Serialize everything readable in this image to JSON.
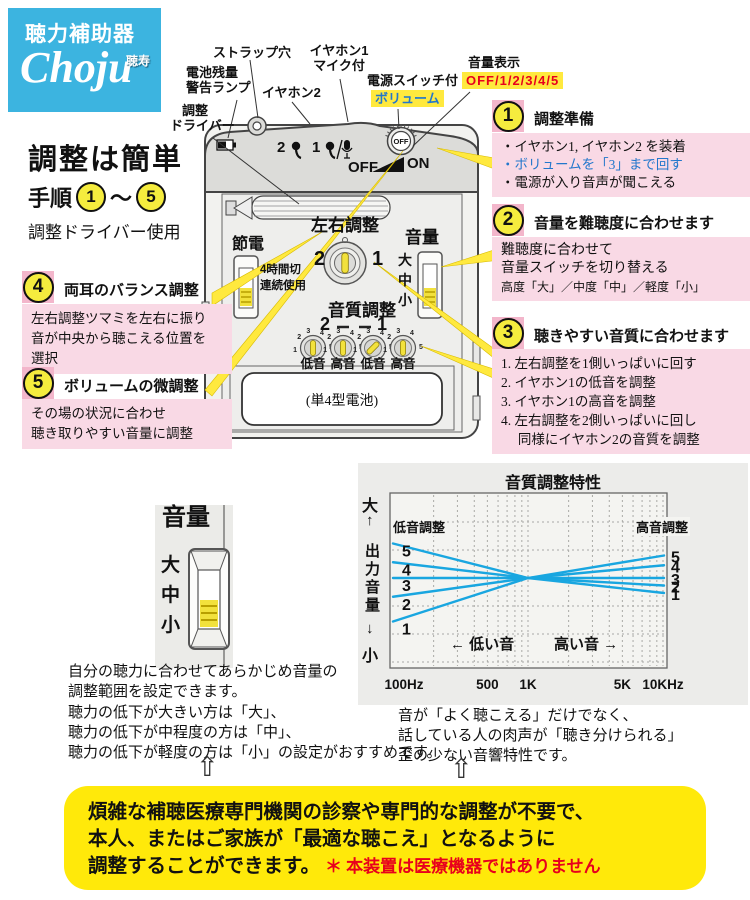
{
  "logo": {
    "product_type": "聴力補助器",
    "brand": "Choju",
    "brand_kanji": "聴寿"
  },
  "intro": {
    "title": "調整は簡単",
    "step_word": "手順",
    "from": "1",
    "tilde": "～",
    "to": "5",
    "subtitle": "調整ドライバー使用"
  },
  "device_labels": {
    "strap_hole": "ストラップ穴",
    "earphone1_l1": "イヤホン1",
    "earphone1_l2": "マイク付",
    "battery_warn_l1": "電池残量",
    "battery_warn_l2": "警告ランプ",
    "earphone2": "イヤホン2",
    "power_switch": "電源スイッチ付",
    "volume_knob": "ボリューム",
    "volume_display": "音量表示",
    "volume_levels": "OFF/1/2/3/4/5",
    "screwdriver_l1": "調整",
    "screwdriver_l2": "ドライバー"
  },
  "device": {
    "power_save": "節電",
    "timer_l1": "4時間切",
    "timer_l2": "連続使用",
    "balance": "左右調整",
    "balance_left": "2",
    "balance_right": "1",
    "volume": "音量",
    "vol_large": "大",
    "vol_mid": "中",
    "vol_small": "小",
    "tone": "音質調整",
    "tone_left": "2",
    "tone_right": "1",
    "knob_labels": [
      "低音",
      "高音",
      "低音",
      "高音"
    ],
    "knob_scale": [
      "1",
      "2",
      "3",
      "4",
      "5"
    ],
    "battery": "(単4型電池)",
    "jack2": "2",
    "jack1": "1",
    "dial_off": "OFF",
    "off": "OFF",
    "on": "ON"
  },
  "steps": [
    {
      "num": "1",
      "title": "調整準備",
      "lines": [
        "・イヤホン1, イヤホン2 を装着",
        "・ボリュームを「3」まで回す",
        "・電源が入り音声が聞こえる"
      ]
    },
    {
      "num": "2",
      "title": "音量を難聴度に合わせます",
      "lines": [
        "難聴度に合わせて",
        "音量スイッチを切り替える",
        "高度「大」／中度「中」／軽度「小」"
      ]
    },
    {
      "num": "3",
      "title": "聴きやすい音質に合わせます",
      "lines": [
        "1. 左右調整を1側いっぱいに回す",
        "2. イヤホン1の低音を調整",
        "3. イヤホン1の高音を調整",
        "4. 左右調整を2側いっぱいに回し",
        "　 同様にイヤホン2の音質を調整"
      ]
    },
    {
      "num": "4",
      "title": "両耳のバランス調整",
      "lines": [
        "左右調整ツマミを左右に振り",
        "音が中央から聴こえる位置を",
        "選択"
      ]
    },
    {
      "num": "5",
      "title": "ボリュームの微調整",
      "lines": [
        "その場の状況に合わせ",
        "聴き取りやすい音量に調整"
      ]
    }
  ],
  "volume_panel": {
    "title": "音量",
    "sizes": [
      "大",
      "中",
      "小"
    ]
  },
  "volume_note": {
    "p1": [
      "自分の聴力に合わせてあらかじめ音量の",
      "調整範囲を設定できます。"
    ],
    "p2": [
      "聴力の低下が大きい方は「大」、",
      "聴力の低下が中程度の方は「中」、",
      "聴力の低下が軽度の方は「小」の設定がおすすめです。"
    ],
    "arrow": "⇧"
  },
  "chart_note": {
    "lines": [
      "音が「よく聴こえる」だけでなく、",
      "話している人の肉声が「聴き分けられる」",
      "歪の少ない音響特性です。"
    ],
    "arrow": "⇧"
  },
  "footer": {
    "line1": "煩雑な補聴医療専門機関の診察や専門的な調整が不要で、",
    "line2": "本人、またはご家族が「最適な聴こえ」となるように",
    "line3": "調整することができます。",
    "note": "＊ 本装置は医療機器ではありません"
  },
  "colors": {
    "brand_blue": "#3cb4e0",
    "pink_tab": "#f3b6cb",
    "pink_body": "#f9d9e5",
    "circle_yellow": "#f5ec3e",
    "callout_yellow": "#ffe93e",
    "footer_yellow": "#ffe90a",
    "red": "#e8001c",
    "blue_text": "#2277cc",
    "chart_line": "#19a6e0"
  },
  "chart_data": {
    "type": "line",
    "title": "音質調整特性",
    "ylabel": "出力音量",
    "y_max_label": "大",
    "y_min_label": "小",
    "y_up_arrow": "↑",
    "y_down_arrow": "↓",
    "left_fan_label": "低音調整",
    "right_fan_label": "高音調整",
    "annotation_left": "← 低い音",
    "annotation_right": "高い音 →",
    "x_scale": "log",
    "grid": true,
    "x_ticks": [
      {
        "label": "100Hz",
        "hz": 100
      },
      {
        "label": "500",
        "hz": 500
      },
      {
        "label": "1K",
        "hz": 1000
      },
      {
        "label": "5K",
        "hz": 5000
      },
      {
        "label": "10KHz",
        "hz": 10000
      }
    ],
    "convergence_hz": 1000,
    "series": [
      {
        "name": "5",
        "bass_level": 2.3,
        "treble_level": 1.5
      },
      {
        "name": "4",
        "bass_level": 1.05,
        "treble_level": 0.85
      },
      {
        "name": "3",
        "bass_level": 0,
        "treble_level": 0
      },
      {
        "name": "2",
        "bass_level": -1.25,
        "treble_level": -0.5
      },
      {
        "name": "1",
        "bass_level": -2.9,
        "treble_level": -1.0
      }
    ],
    "line_color": "#19a6e0"
  }
}
